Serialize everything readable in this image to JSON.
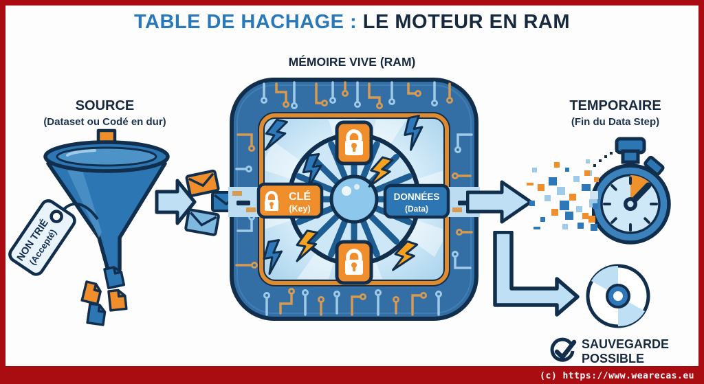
{
  "header": {
    "title_accent": "TABLE DE HACHAGE :",
    "title_main": "LE MOTEUR EN RAM"
  },
  "ram": {
    "title": "MÉMOIRE VIVE (RAM)",
    "key_label": "CLÉ",
    "key_sublabel": "(Key)",
    "data_label": "DONNÉES",
    "data_sublabel": "(Data)"
  },
  "source": {
    "title": "SOURCE",
    "subtitle": "(Dataset ou Codé en dur)",
    "tag_line1": "NON TRIÉ",
    "tag_line2": "(Accepté)"
  },
  "temporary": {
    "title": "TEMPORAIRE",
    "subtitle": "(Fin du Data Step)"
  },
  "save": {
    "line1": "SAUVEGARDE",
    "line2": "POSSIBLE"
  },
  "footer": {
    "copyright": "(c) https://www.wearecas.eu"
  },
  "colors": {
    "border_red": "#a90d12",
    "accent_blue": "#2878ba",
    "navy": "#16293e",
    "chip_blue": "#336fa5",
    "orange": "#ef8e2a",
    "light_blue": "#bfe0f4"
  }
}
